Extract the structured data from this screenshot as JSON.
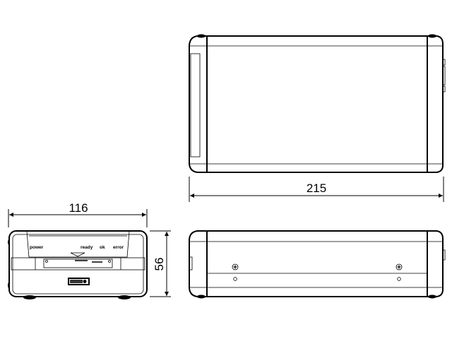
{
  "dimensions": {
    "length": "215",
    "width": "116",
    "height": "56"
  },
  "front_panel": {
    "labels": [
      "power",
      "ready",
      "ok",
      "error"
    ]
  }
}
